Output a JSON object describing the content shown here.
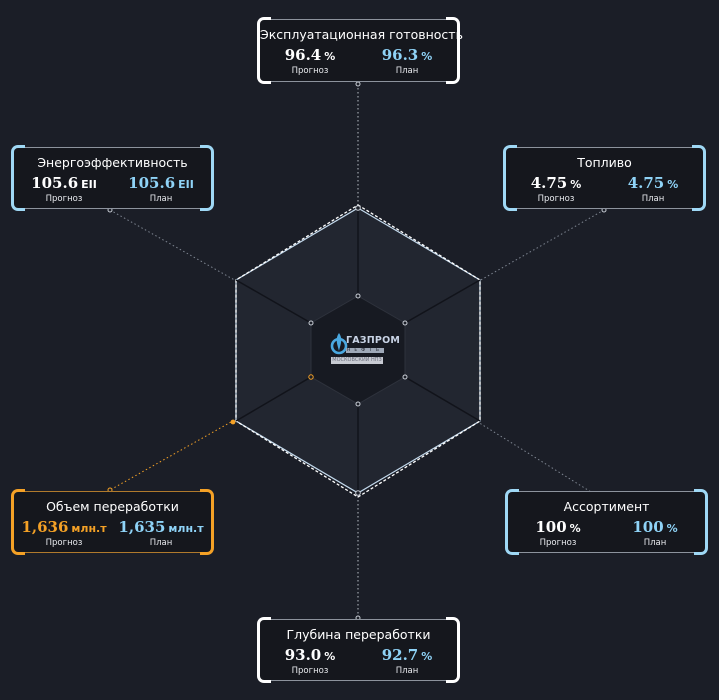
{
  "colors": {
    "background": "#1b1e27",
    "card_fill": "#15171d",
    "accent_blue": "#8fd3f7",
    "accent_orange": "#f4a126",
    "text_white": "#ffffff"
  },
  "logo": {
    "icon": "gazprom-flame-icon",
    "wordmark": "ГАЗПРОМ",
    "subline": "НЕФТЬ",
    "caption": "МОСКОВСКИЙ НПЗ"
  },
  "cards": {
    "operational_readiness": {
      "title": "Эксплуатационная готовность",
      "forecast": {
        "value": "96.4",
        "unit": "%",
        "caption": "Прогноз"
      },
      "plan": {
        "value": "96.3",
        "unit": "%",
        "caption": "План"
      }
    },
    "fuel": {
      "title": "Топливо",
      "forecast": {
        "value": "4.75",
        "unit": "%",
        "caption": "Прогноз"
      },
      "plan": {
        "value": "4.75",
        "unit": "%",
        "caption": "План"
      }
    },
    "assortment": {
      "title": "Ассортимент",
      "forecast": {
        "value": "100",
        "unit": "%",
        "caption": "Прогноз"
      },
      "plan": {
        "value": "100",
        "unit": "%",
        "caption": "План"
      }
    },
    "processing_depth": {
      "title": "Глубина переработки",
      "forecast": {
        "value": "93.0",
        "unit": "%",
        "caption": "Прогноз"
      },
      "plan": {
        "value": "92.7",
        "unit": "%",
        "caption": "План"
      }
    },
    "processing_volume": {
      "title": "Объем переработки",
      "forecast": {
        "value": "1,636",
        "unit": "млн.т",
        "caption": "Прогноз"
      },
      "plan": {
        "value": "1,635",
        "unit": "млн.т",
        "caption": "План"
      }
    },
    "energy_efficiency": {
      "title": "Энергоэффективность",
      "forecast": {
        "value": "105.6",
        "unit": "EII",
        "caption": "Прогноз"
      },
      "plan": {
        "value": "105.6",
        "unit": "EII",
        "caption": "План"
      }
    }
  }
}
